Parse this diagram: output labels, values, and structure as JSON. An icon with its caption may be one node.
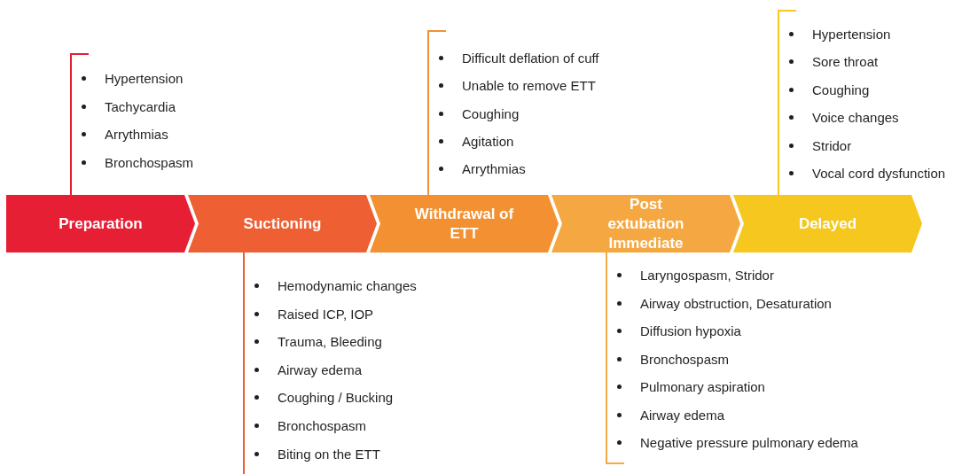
{
  "diagram": {
    "nodes": [
      {
        "text": [
          "Preparation"
        ]
      },
      {
        "text": [
          "Suctioning"
        ]
      },
      {
        "text": [
          "Withdrawal of ETT"
        ]
      },
      {
        "text": [
          "Post extubation Immediate"
        ]
      },
      {
        "text": [
          "Delayed"
        ]
      },
      {
        "text": [
          "Hypertension",
          "Tachycardia",
          "Arrythmias",
          "Bronchospasm"
        ]
      },
      {
        "text": [
          "Hemodynamic changes",
          "Raised ICP, IOP",
          "Trauma, Bleeding",
          "Airway edema",
          "Coughing / Bucking",
          "Bronchospasm",
          "Biting on the ETT"
        ]
      },
      {
        "text": [
          "Difficult deflation of cuff",
          "Unable to remove ETT",
          "Coughing",
          "Agitation",
          "Arrythmias"
        ]
      },
      {
        "text": [
          "Laryngospasm, Stridor",
          "Airway obstruction, Desaturation",
          "Diffusion hypoxia",
          "Bronchospasm",
          "Pulmonary aspiration",
          "Airway edema",
          "Negative pressure pulmonary edema"
        ]
      },
      {
        "text": [
          "Hypertension",
          "Sore throat",
          "Coughing",
          "Voice changes",
          "Stridor",
          "Vocal cord dysfunction"
        ]
      }
    ],
    "edges": [
      {
        "from": 0,
        "to": 5,
        "arrow": "none",
        "color": "#e61f35"
      },
      {
        "from": 1,
        "to": 6,
        "arrow": "none",
        "color": "#ee6033"
      },
      {
        "from": 2,
        "to": 7,
        "arrow": "none",
        "color": "#f39132"
      },
      {
        "from": 3,
        "to": 8,
        "arrow": "none",
        "color": "#f5a842"
      },
      {
        "from": 4,
        "to": 9,
        "arrow": "none",
        "color": "#f6c71e"
      }
    ]
  }
}
